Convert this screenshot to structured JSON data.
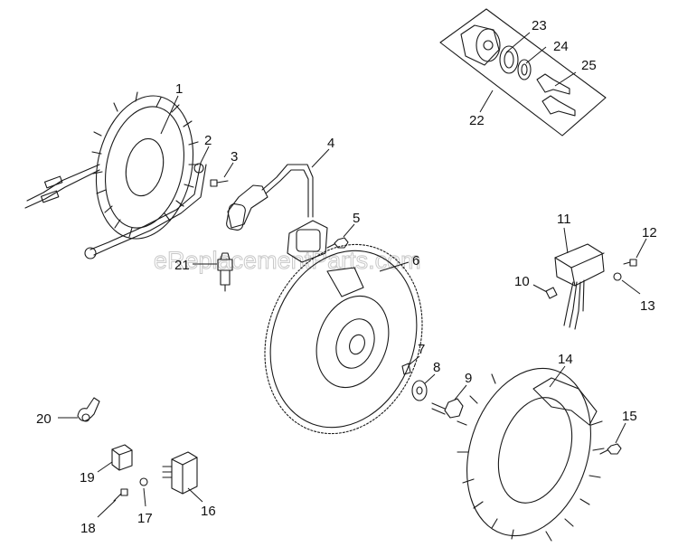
{
  "watermark": "eReplacementParts.com",
  "callouts": [
    {
      "id": "1",
      "label": "1"
    },
    {
      "id": "2",
      "label": "2"
    },
    {
      "id": "3",
      "label": "3"
    },
    {
      "id": "4",
      "label": "4"
    },
    {
      "id": "5",
      "label": "5"
    },
    {
      "id": "6",
      "label": "6"
    },
    {
      "id": "7",
      "label": "7"
    },
    {
      "id": "8",
      "label": "8"
    },
    {
      "id": "9",
      "label": "9"
    },
    {
      "id": "10",
      "label": "10"
    },
    {
      "id": "11",
      "label": "11"
    },
    {
      "id": "12",
      "label": "12"
    },
    {
      "id": "13",
      "label": "13"
    },
    {
      "id": "14",
      "label": "14"
    },
    {
      "id": "15",
      "label": "15"
    },
    {
      "id": "16",
      "label": "16"
    },
    {
      "id": "17",
      "label": "17"
    },
    {
      "id": "18",
      "label": "18"
    },
    {
      "id": "19",
      "label": "19"
    },
    {
      "id": "20",
      "label": "20"
    },
    {
      "id": "21",
      "label": "21"
    },
    {
      "id": "22",
      "label": "22"
    },
    {
      "id": "23",
      "label": "23"
    },
    {
      "id": "24",
      "label": "24"
    },
    {
      "id": "25",
      "label": "25"
    }
  ]
}
